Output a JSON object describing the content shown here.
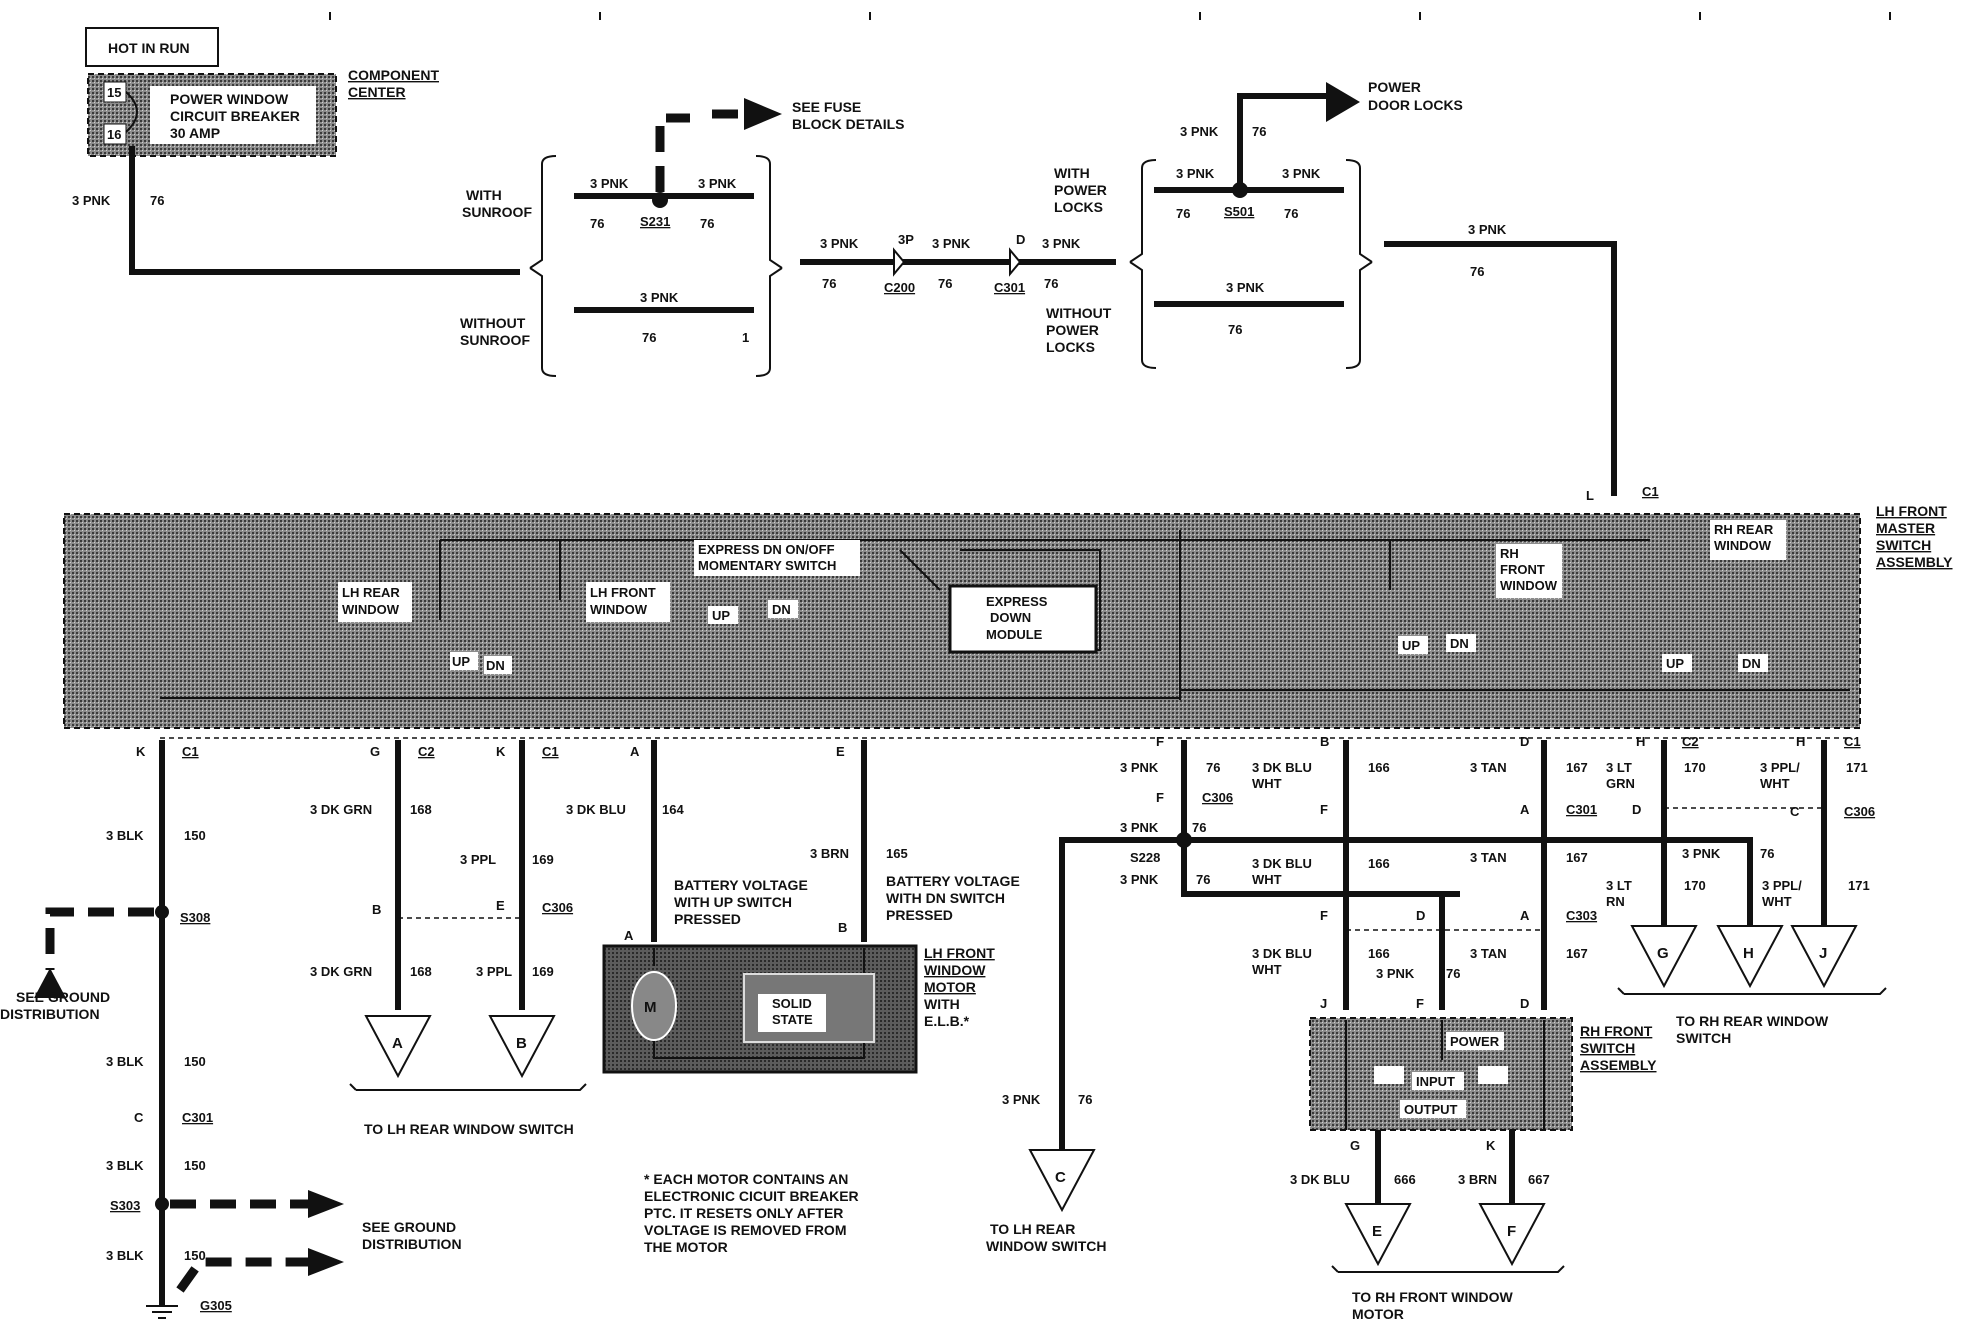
{
  "top": {
    "hot_in_run": "HOT IN RUN",
    "breaker_lines": [
      "POWER WINDOW",
      "CIRCUIT BREAKER",
      "30 AMP"
    ],
    "pin15": "15",
    "pin16": "16",
    "component_center": [
      "COMPONENT",
      "CENTER"
    ],
    "see_fuse": [
      "SEE FUSE",
      "BLOCK DETAILS"
    ],
    "power_door_locks": [
      "POWER",
      "DOOR LOCKS"
    ],
    "with_sunroof": [
      "WITH",
      "SUNROOF"
    ],
    "without_sunroof": [
      "WITHOUT",
      "SUNROOF"
    ],
    "with_power_locks": [
      "WITH",
      "POWER",
      "LOCKS"
    ],
    "without_power_locks": [
      "WITHOUT",
      "POWER",
      "LOCKS"
    ],
    "w_3pnk": "3 PNK",
    "w_76": "76",
    "w_1": "1",
    "w_3p": "3P",
    "s231": "S231",
    "s501": "S501",
    "c200": "C200",
    "c301": "C301",
    "d_pin": "D"
  },
  "master": {
    "name": [
      "LH FRONT",
      "MASTER",
      "SWITCH",
      "ASSEMBLY"
    ],
    "lh_rear": [
      "LH REAR",
      "WINDOW"
    ],
    "lh_front": [
      "LH FRONT",
      "WINDOW"
    ],
    "express_sw": [
      "EXPRESS DN ON/OFF",
      "MOMENTARY SWITCH"
    ],
    "express_mod": [
      "EXPRESS",
      "DOWN",
      "MODULE"
    ],
    "rh_front": [
      "RH",
      "FRONT",
      "WINDOW"
    ],
    "rh_rear": [
      "RH REAR",
      "WINDOW"
    ],
    "up": "UP",
    "dn": "DN",
    "pin_l": "L",
    "c1": "C1",
    "c2": "C2"
  },
  "lower": {
    "k": "K",
    "g": "G",
    "a": "A",
    "e": "E",
    "f": "F",
    "b": "B",
    "d": "D",
    "h": "H",
    "c": "C",
    "j": "J",
    "c1": "C1",
    "c2": "C2",
    "c306": "C306",
    "c301": "C301",
    "c303": "C303",
    "blk": "3 BLK",
    "n150": "150",
    "dkgrn": "3 DK GRN",
    "n168": "168",
    "ppl": "3 PPL",
    "n169": "169",
    "dkblu": "3 DK BLU",
    "n164": "164",
    "brn": "3 BRN",
    "n165": "165",
    "pnk": "3 PNK",
    "n76": "76",
    "dkbluwht": [
      "3 DK BLU",
      "WHT"
    ],
    "n166": "166",
    "tan": "3 TAN",
    "n167": "167",
    "ltgrn": [
      "3 LT",
      "GRN"
    ],
    "n170": "170",
    "ltrn": [
      "3 LT",
      "RN"
    ],
    "pplwht": [
      "3 PPL/",
      "WHT"
    ],
    "n171": "171",
    "s308": "S308",
    "s303": "S303",
    "s228": "S228",
    "g305": "G305",
    "see_ground": [
      "SEE GROUND",
      "DISTRIBUTION"
    ],
    "batt_up": [
      "BATTERY VOLTAGE",
      "WITH UP SWITCH",
      "PRESSED"
    ],
    "batt_dn": [
      "BATTERY VOLTAGE",
      "WITH DN SWITCH",
      "PRESSED"
    ],
    "motor_label": [
      "LH FRONT",
      "WINDOW",
      "MOTOR",
      "WITH",
      "E.L.B.*"
    ],
    "m": "M",
    "solid_state": [
      "SOLID",
      "STATE"
    ],
    "note": [
      "* EACH MOTOR CONTAINS AN",
      "ELECTRONIC CICUIT BREAKER",
      "PTC. IT RESETS ONLY AFTER",
      "VOLTAGE IS REMOVED FROM",
      "THE MOTOR"
    ],
    "to_lh_rear": "TO LH REAR WINDOW SWITCH",
    "to_lh_rear2": [
      "TO LH REAR",
      "WINDOW SWITCH"
    ],
    "to_rh_rear": [
      "TO RH REAR WINDOW",
      "SWITCH"
    ],
    "to_rh_front": [
      "TO RH FRONT WINDOW",
      "MOTOR"
    ],
    "rh_switch": [
      "RH FRONT",
      "SWITCH",
      "ASSEMBLY"
    ],
    "power": "POWER",
    "input": "INPUT",
    "output": "OUTPUT",
    "dkblu666": "3 DK BLU",
    "n666": "666",
    "brn667": "3 BRN",
    "n667": "667",
    "tri": [
      "A",
      "B",
      "C",
      "E",
      "F",
      "G",
      "H",
      "J"
    ]
  }
}
